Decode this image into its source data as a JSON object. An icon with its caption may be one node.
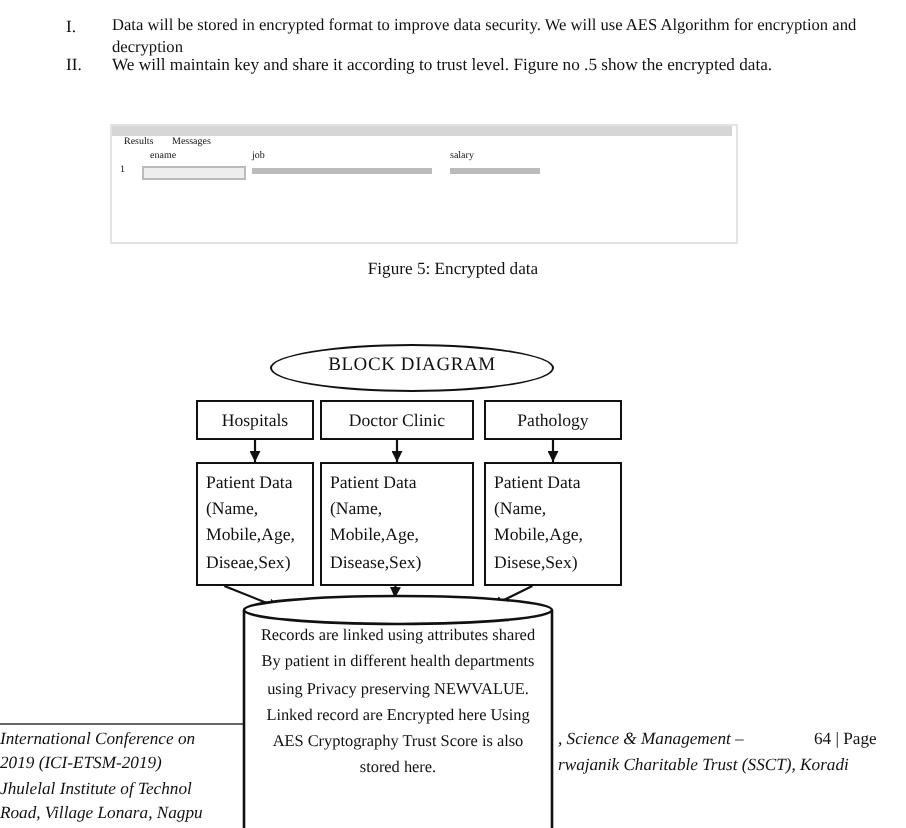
{
  "diagram": {
    "caption": "Figure 5: Encrypted data",
    "nodes": [
      {
        "text": [
          "BLOCK DIAGRAM"
        ]
      },
      {
        "text": [
          "Hospitals"
        ]
      },
      {
        "text": [
          "Doctor Clinic"
        ]
      },
      {
        "text": [
          "Pathology"
        ]
      },
      {
        "text": [
          "Patient Data (Name, Mobile,Age, Diseae,Sex)"
        ]
      },
      {
        "text": [
          "Patient Data (Name, Mobile,Age, Disease,Sex)"
        ]
      },
      {
        "text": [
          "Patient Data (Name, Mobile,Age, Disese,Sex)"
        ]
      },
      {
        "text": [
          "Records are linked using attributes shared By patient in different health departments using Privacy preserving NEWVALUE. Linked record are Encrypted here Using AES Cryptography Trust Score is also stored here."
        ]
      }
    ],
    "edges": [
      {
        "from": 1,
        "to": 4,
        "arrow": "to"
      },
      {
        "from": 2,
        "to": 5,
        "arrow": "to"
      },
      {
        "from": 3,
        "to": 6,
        "arrow": "to"
      },
      {
        "from": 4,
        "to": 7,
        "arrow": "to"
      },
      {
        "from": 5,
        "to": 7,
        "arrow": "to"
      },
      {
        "from": 6,
        "to": 7,
        "arrow": "to"
      }
    ],
    "labels": [
      "I.",
      "Data will be stored in encrypted format to improve data security. We will use AES Algorithm for encryption and decryption",
      "II.",
      "We will maintain key and share it according to trust level. Figure no .5 show the encrypted data.",
      "Results",
      "Messages",
      "ename",
      "job",
      "salary",
      "1",
      "International Conference on",
      ", Science & Management –",
      "64 | Page",
      "2019 (ICI-ETSM-2019)",
      "Jhulelal Institute of Technol",
      "rwajanik Charitable Trust (SSCT), Koradi",
      "Road, Village Lonara, Nagpu"
    ]
  }
}
